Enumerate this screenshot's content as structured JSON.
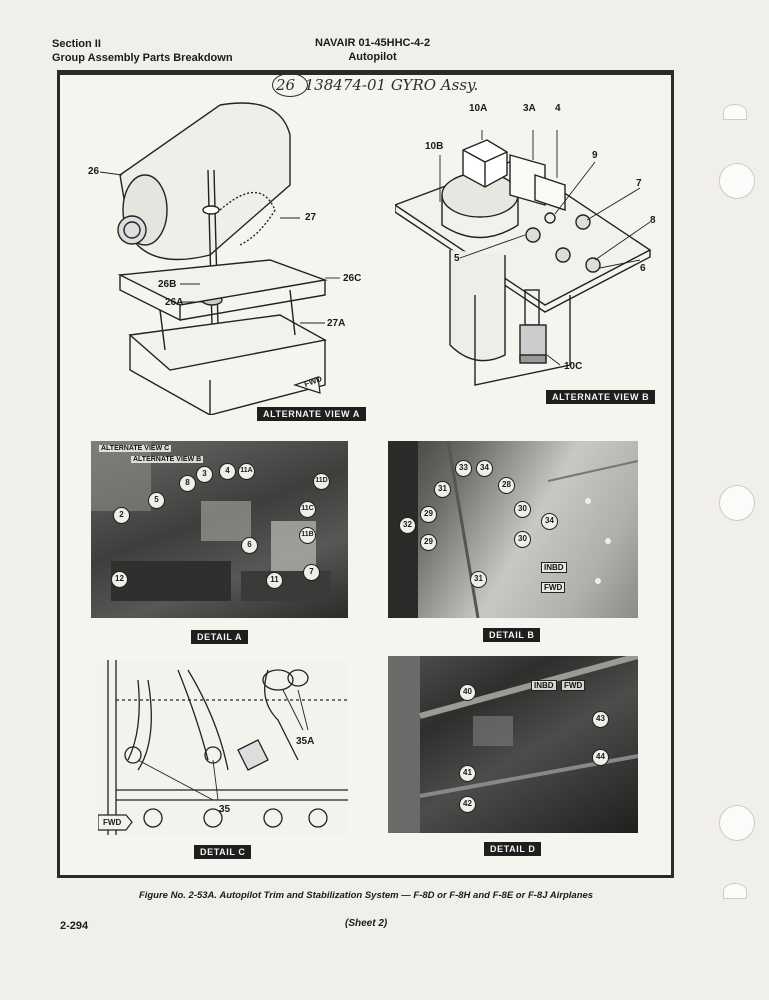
{
  "header": {
    "section": "Section II",
    "section_sub": "Group Assembly Parts Breakdown",
    "doc_number": "NAVAIR 01-45HHC-4-2",
    "doc_sub": "Autopilot"
  },
  "handwritten": {
    "item_no": "26",
    "note": "138474-01 GYRO Assy."
  },
  "views": {
    "alt_a": {
      "tag": "ALTERNATE VIEW A",
      "labels": {
        "l26": "26",
        "l27": "27",
        "l26b": "26B",
        "l26a": "26A",
        "l26c": "26C",
        "l27a": "27A",
        "fwd": "FWD"
      }
    },
    "alt_b": {
      "tag": "ALTERNATE VIEW B",
      "labels": {
        "l10a": "10A",
        "l3a": "3A",
        "l4": "4",
        "l10b": "10B",
        "l9": "9",
        "l7": "7",
        "l8": "8",
        "l5": "5",
        "l6": "6",
        "l10c": "10C"
      }
    },
    "detail_a": {
      "tag": "DETAIL A",
      "overlay_c": "ALTERNATE VIEW C",
      "overlay_b": "ALTERNATE VIEW B",
      "callouts": [
        "2",
        "5",
        "8",
        "3",
        "4",
        "11A",
        "11D",
        "11C",
        "11B",
        "6",
        "7",
        "11",
        "12"
      ]
    },
    "detail_b": {
      "tag": "DETAIL B",
      "callouts": [
        "33",
        "34",
        "28",
        "31",
        "29",
        "30",
        "32",
        "34",
        "29",
        "30",
        "31"
      ],
      "inbd": "INBD",
      "fwd": "FWD"
    },
    "detail_c": {
      "tag": "DETAIL C",
      "labels": {
        "l35a": "35A",
        "l35": "35",
        "fwd": "FWD"
      }
    },
    "detail_d": {
      "tag": "DETAIL D",
      "callouts": [
        "40",
        "43",
        "44",
        "41",
        "42"
      ],
      "inbd": "INBD",
      "fwd": "FWD"
    }
  },
  "caption": "Figure No. 2-53A. Autopilot Trim and Stabilization System — F-8D or F-8H and F-8E or F-8J Airplanes",
  "page_number": "2-294",
  "sheet": "(Sheet 2)"
}
